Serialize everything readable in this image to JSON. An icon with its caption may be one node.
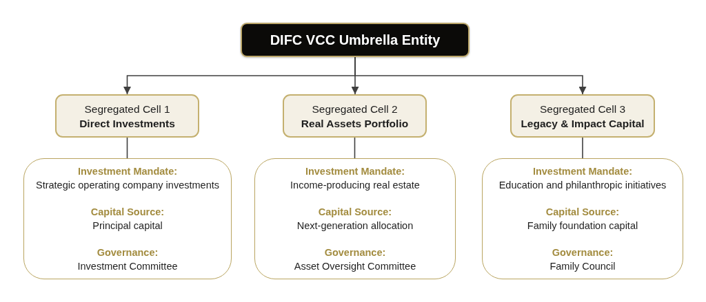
{
  "diagram": {
    "nodes": [
      {
        "text": [
          "DIFC VCC Umbrella Entity"
        ]
      },
      {
        "text": [
          "Segregated Cell 1",
          "Direct Investments"
        ]
      },
      {
        "text": [
          "Segregated Cell 2",
          "Real Assets Portfolio"
        ]
      },
      {
        "text": [
          "Segregated Cell 3",
          "Legacy & Impact Capital"
        ]
      },
      {
        "text": [
          "Investment Mandate:",
          "Strategic operating company investments",
          "Capital Source:",
          "Principal capital",
          "Governance:",
          "Investment Committee"
        ]
      },
      {
        "text": [
          "Investment Mandate:",
          "Income-producing real estate",
          "Capital Source:",
          "Next-generation allocation",
          "Governance:",
          "Asset Oversight Committee"
        ]
      },
      {
        "text": [
          "Investment Mandate:",
          "Education and philanthropic initiatives",
          "Capital Source:",
          "Family foundation capital",
          "Governance:",
          "Family Council"
        ]
      }
    ],
    "edges": [
      {
        "from": 0,
        "to": 1,
        "arrow": "to"
      },
      {
        "from": 0,
        "to": 2,
        "arrow": "to"
      },
      {
        "from": 0,
        "to": 3,
        "arrow": "to"
      },
      {
        "from": 1,
        "to": 4,
        "arrow": "none"
      },
      {
        "from": 2,
        "to": 5,
        "arrow": "none"
      },
      {
        "from": 3,
        "to": 6,
        "arrow": "none"
      }
    ]
  }
}
